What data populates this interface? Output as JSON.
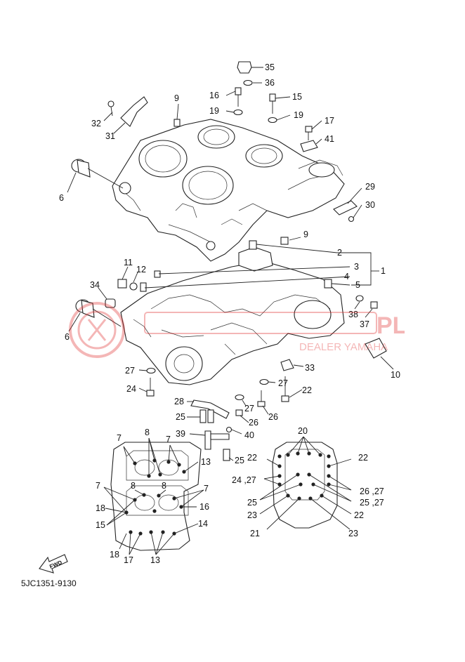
{
  "diagram": {
    "code": "5JC1351-9130",
    "fwd_label": "FWD",
    "watermark": {
      "brand": "PL",
      "tagline": "DEALER YAMAHA",
      "color": "#e03030"
    },
    "callouts": {
      "c35": "35",
      "c36": "36",
      "c16": "16",
      "c15": "15",
      "c9a": "9",
      "c19a": "19",
      "c19b": "19",
      "c17": "17",
      "c41": "41",
      "c32": "32",
      "c31": "31",
      "c6a": "6",
      "c29": "29",
      "c30": "30",
      "c9b": "9",
      "c2": "2",
      "c3": "3",
      "c1": "1",
      "c4": "4",
      "c5": "5",
      "c11": "11",
      "c12": "12",
      "c34": "34",
      "c6b": "6",
      "c38": "38",
      "c37": "37",
      "c10": "10",
      "c27a": "27",
      "c24a": "24",
      "c33": "33",
      "c22a": "22",
      "c27b": "27",
      "c27c": "27",
      "c28": "28",
      "c25a": "25",
      "c26a": "26",
      "c26b": "26",
      "c39": "39",
      "c40": "40",
      "c25b": "25",
      "c7a": "7",
      "c8a": "8",
      "c7b": "7",
      "c13a": "13",
      "c7c": "7",
      "c8b": "8",
      "c8c": "8",
      "c7d": "7",
      "c18a": "18",
      "c16b": "16",
      "c15b": "15",
      "c14": "14",
      "c18b": "18",
      "c17b": "17",
      "c13b": "13",
      "c20": "20",
      "c22b": "22",
      "c22c": "22",
      "c24b": "24 ,27",
      "c26c": "26 ,27",
      "c25c": "25",
      "c25d": "25 ,27",
      "c23a": "23",
      "c22d": "22",
      "c21": "21",
      "c23b": "23"
    }
  }
}
